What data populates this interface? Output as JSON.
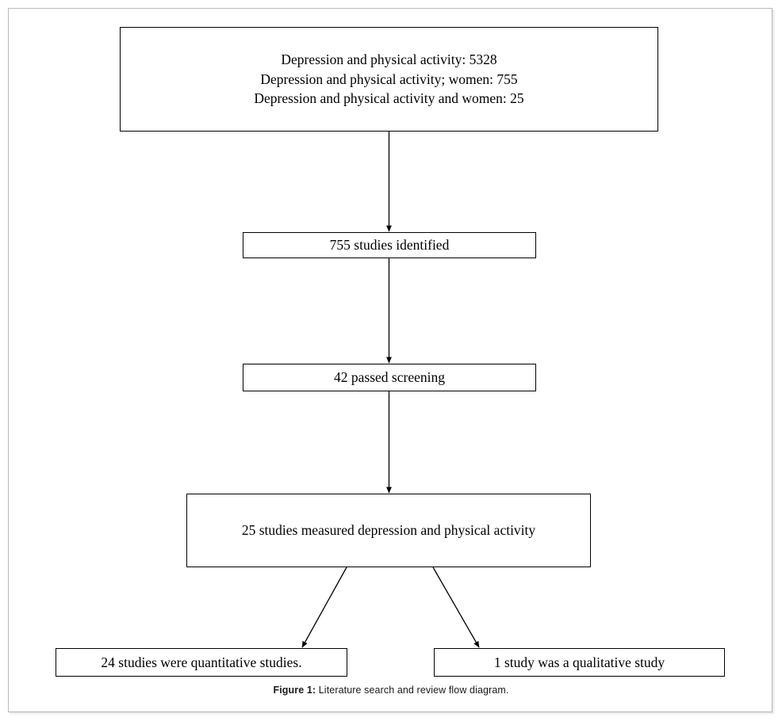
{
  "figure": {
    "caption_label": "Figure 1:",
    "caption_text": " Literature search and review flow diagram."
  },
  "colors": {
    "box_border": "#000000",
    "arrow": "#000000",
    "page_frame": "#b9b9b9",
    "background": "#ffffff",
    "text": "#000000"
  },
  "chart_data": {
    "type": "diagram",
    "title": "Literature search and review flow diagram",
    "nodes": [
      {
        "id": "search-results",
        "label": "Depression and physical activity: 5328\nDepression and physical activity; women: 755\nDepression and physical activity and women: 25",
        "lines": [
          "Depression and physical activity: 5328",
          "Depression and physical activity; women: 755",
          "Depression and physical activity and women: 25"
        ],
        "counts": [
          5328,
          755,
          25
        ],
        "level": 0
      },
      {
        "id": "identified",
        "label": "755 studies identified",
        "count": 755,
        "level": 1
      },
      {
        "id": "screened",
        "label": "42 passed screening",
        "count": 42,
        "level": 2
      },
      {
        "id": "measured",
        "label": "25 studies measured depression and physical activity",
        "count": 25,
        "level": 3
      },
      {
        "id": "quantitative",
        "label": "24 studies were quantitative studies.",
        "count": 24,
        "level": 4
      },
      {
        "id": "qualitative",
        "label": "1 study was a qualitative study",
        "count": 1,
        "level": 4
      }
    ],
    "edges": [
      {
        "from": "search-results",
        "to": "identified",
        "style": "arrow-down"
      },
      {
        "from": "identified",
        "to": "screened",
        "style": "arrow-down"
      },
      {
        "from": "screened",
        "to": "measured",
        "style": "arrow-down"
      },
      {
        "from": "measured",
        "to": "quantitative",
        "style": "arrow-diagonal-left"
      },
      {
        "from": "measured",
        "to": "qualitative",
        "style": "arrow-diagonal-right"
      }
    ]
  }
}
